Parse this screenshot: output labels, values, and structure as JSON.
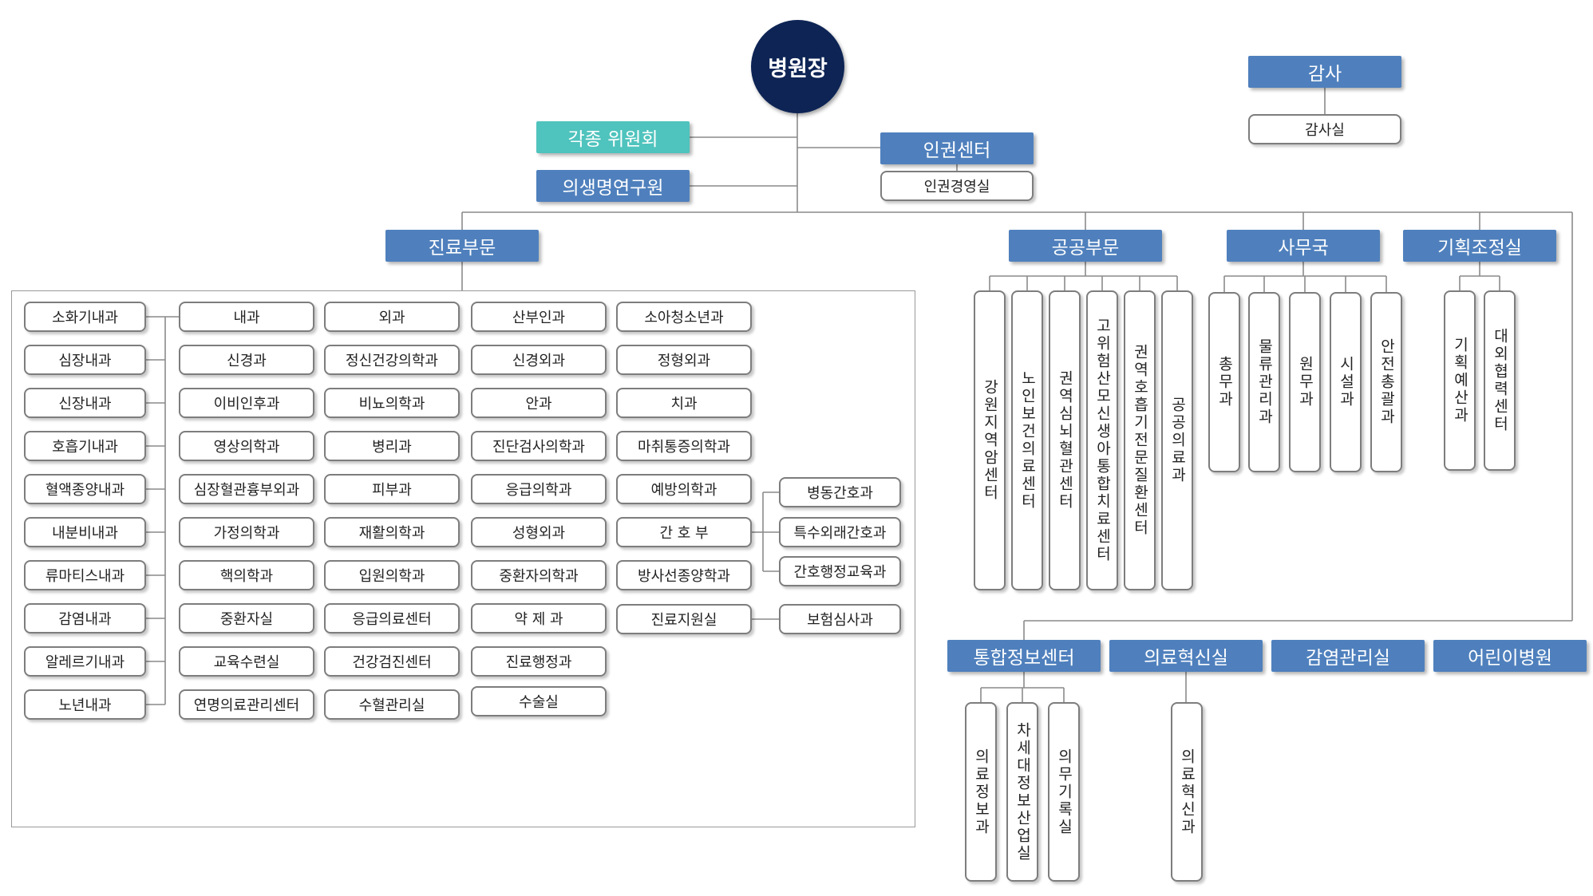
{
  "root": {
    "label": "병원장"
  },
  "audit": {
    "header": "감사",
    "office": "감사실"
  },
  "committees": "각종 위원회",
  "research": "의생명연구원",
  "human_rights": {
    "header": "인권센터",
    "office": "인권경영실"
  },
  "clinical": {
    "header": "진료부문",
    "column1": [
      "소화기내과",
      "심장내과",
      "신장내과",
      "호흡기내과",
      "혈액종양내과",
      "내분비내과",
      "류마티스내과",
      "감염내과",
      "알레르기내과",
      "노년내과"
    ],
    "column2": [
      "내과",
      "신경과",
      "이비인후과",
      "영상의학과",
      "심장혈관흉부외과",
      "가정의학과",
      "핵의학과",
      "중환자실",
      "교육수련실",
      "연명의료관리센터"
    ],
    "column3": [
      "외과",
      "정신건강의학과",
      "비뇨의학과",
      "병리과",
      "피부과",
      "재활의학과",
      "입원의학과",
      "응급의료센터",
      "건강검진센터",
      "수혈관리실"
    ],
    "column4": [
      "산부인과",
      "신경외과",
      "안과",
      "진단검사의학과",
      "응급의학과",
      "성형외과",
      "중환자의학과",
      "약 제 과",
      "진료행정과",
      "수술실"
    ],
    "column5": [
      "소아청소년과",
      "정형외과",
      "치과",
      "마취통증의학과",
      "예방의학과",
      "간 호 부",
      "방사선종양학과",
      "진료지원실"
    ],
    "nursing_children": [
      "병동간호과",
      "특수외래간호과",
      "간호행정교육과"
    ],
    "support_child": "보험심사과"
  },
  "public": {
    "header": "공공부문",
    "children": [
      "강원지역암센터",
      "노인보건의료센터",
      "권역심뇌혈관센터",
      "고위험산모신생아통합치료센터",
      "권역호흡기전문질환센터",
      "공공의료과"
    ]
  },
  "admin": {
    "header": "사무국",
    "children": [
      "총무과",
      "물류관리과",
      "원무과",
      "시설과",
      "안전총괄과"
    ]
  },
  "planning": {
    "header": "기획조정실",
    "children": [
      "기획예산과",
      "대외협력센터"
    ]
  },
  "info": {
    "header": "통합정보센터",
    "children": [
      "의료정보과",
      "차세대정보산업실",
      "의무기록실"
    ]
  },
  "innovation": {
    "header": "의료혁신실",
    "children": [
      "의료혁신과"
    ]
  },
  "infection": {
    "header": "감염관리실"
  },
  "children_hospital": {
    "header": "어린이병원"
  },
  "colors": {
    "navy": "#0d2455",
    "blue": "#4f80bd",
    "teal": "#4fc3bd",
    "line": "#8a8a8a"
  }
}
